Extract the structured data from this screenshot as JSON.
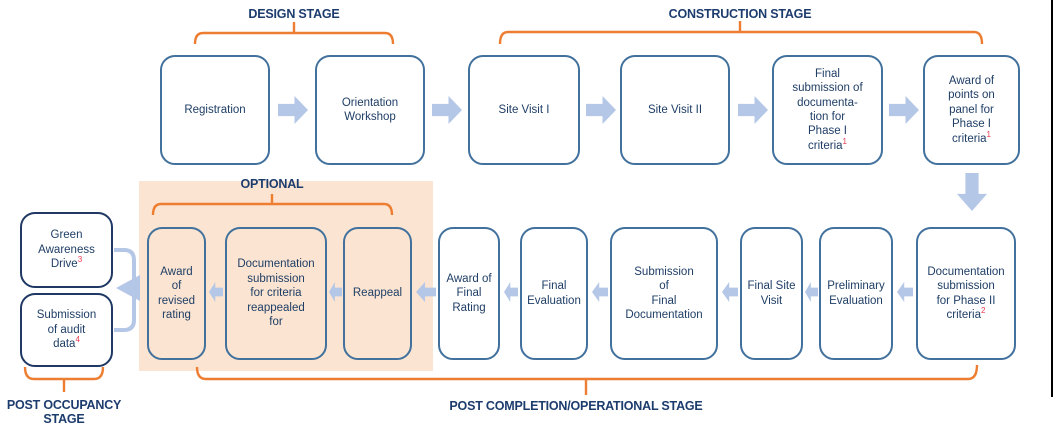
{
  "title": "Green rating certification process flow",
  "stage_labels": {
    "design": "DESIGN STAGE",
    "construction": "CONSTRUCTION STAGE",
    "optional": "OPTIONAL",
    "post_completion": "POST COMPLETION/OPERATIONAL STAGE",
    "post_occupancy": "POST OCCUPANCY\nSTAGE"
  },
  "boxes": [
    {
      "id": "registration",
      "text": "Registration"
    },
    {
      "id": "orientation-workshop",
      "text": "Orientation\nWorkshop"
    },
    {
      "id": "site-visit-1",
      "text": "Site Visit I"
    },
    {
      "id": "site-visit-2",
      "text": "Site Visit II"
    },
    {
      "id": "final-submission-phase1",
      "text": "Final\nsubmission of\ndocumenta-\ntion for\nPhase I\ncriteria",
      "sup": "1"
    },
    {
      "id": "award-points-phase1",
      "text": "Award of\npoints on\npanel for\nPhase I\ncriteria",
      "sup": "1"
    },
    {
      "id": "doc-submission-phase2",
      "text": "Documentation\nsubmission\nfor Phase II\ncriteria",
      "sup": "2"
    },
    {
      "id": "preliminary-evaluation",
      "text": "Preliminary\nEvaluation"
    },
    {
      "id": "final-site-visit",
      "text": "Final Site\nVisit"
    },
    {
      "id": "submission-final-documentation",
      "text": "Submission\nof\nFinal\nDocumentation"
    },
    {
      "id": "final-evaluation",
      "text": "Final\nEvaluation"
    },
    {
      "id": "award-final-rating",
      "text": "Award of\nFinal\nRating"
    },
    {
      "id": "reappeal",
      "text": "Reappeal"
    },
    {
      "id": "doc-submission-reappealed",
      "text": "Documentation\nsubmission\nfor criteria\nreappealed\nfor"
    },
    {
      "id": "award-revised-rating",
      "text": "Award\nof\nrevised\nrating"
    },
    {
      "id": "green-awareness-drive",
      "text": "Green\nAwareness\nDrive",
      "sup": "3"
    },
    {
      "id": "submission-audit-data",
      "text": "Submission\nof audit\ndata",
      "sup": "4"
    }
  ],
  "colors": {
    "box_border_blue": "#41719c",
    "box_border_navy": "#1f3864",
    "box_text_navy": "#1f3e66",
    "arrow_blue": "#b4c7e7",
    "bracket_orange": "#ed7d31",
    "optional_fill_peach": "#fbe5d2",
    "footnote_red": "#e8384f",
    "frame_black": "#000000"
  }
}
